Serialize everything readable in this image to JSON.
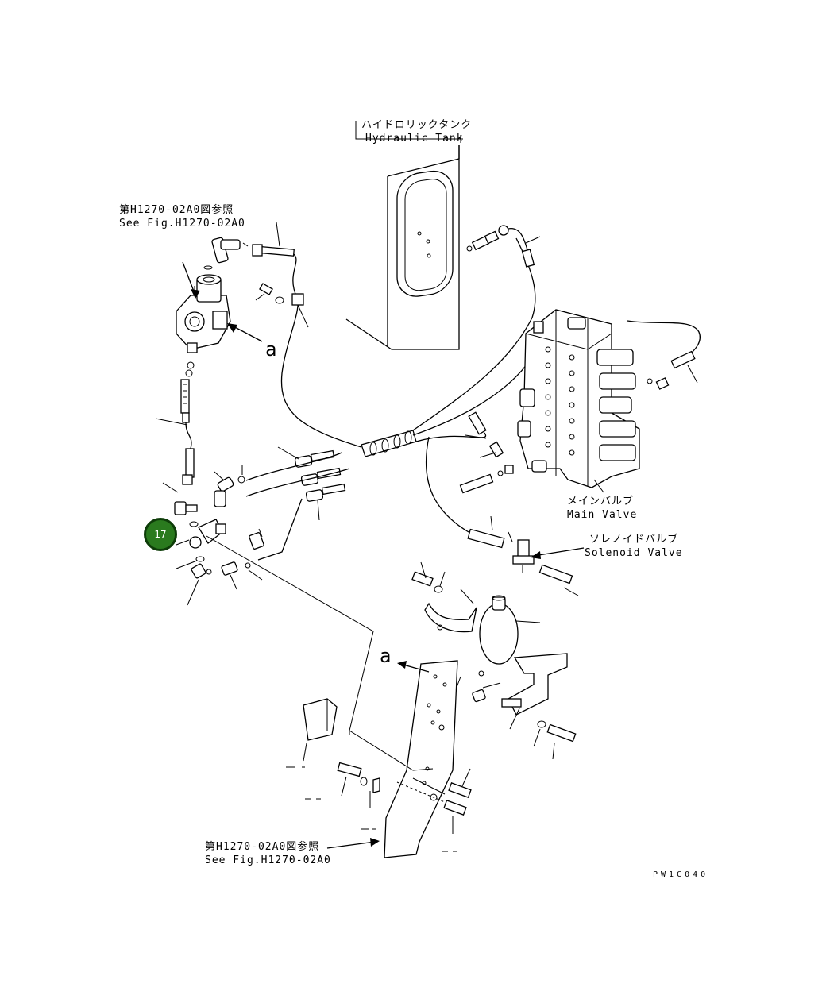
{
  "labels": {
    "hydraulic_tank_jp": "ハイドロリックタンク",
    "hydraulic_tank_en": "Hydraulic Tank",
    "ref_top_jp": "第H1270-02A0図参照",
    "ref_top_en": "See Fig.H1270-02A0",
    "ref_bottom_jp": "第H1270-02A0図参照",
    "ref_bottom_en": "See Fig.H1270-02A0",
    "main_valve_jp": "メインバルブ",
    "main_valve_en": "Main Valve",
    "solenoid_valve_jp": "ソレノイドバルブ",
    "solenoid_valve_en": "Solenoid Valve",
    "marker_a_top": "a",
    "marker_a_bottom": "a",
    "figure_code": "PW1C040"
  },
  "callouts": [
    {
      "number": "17",
      "color": "#2a7a1e"
    }
  ]
}
